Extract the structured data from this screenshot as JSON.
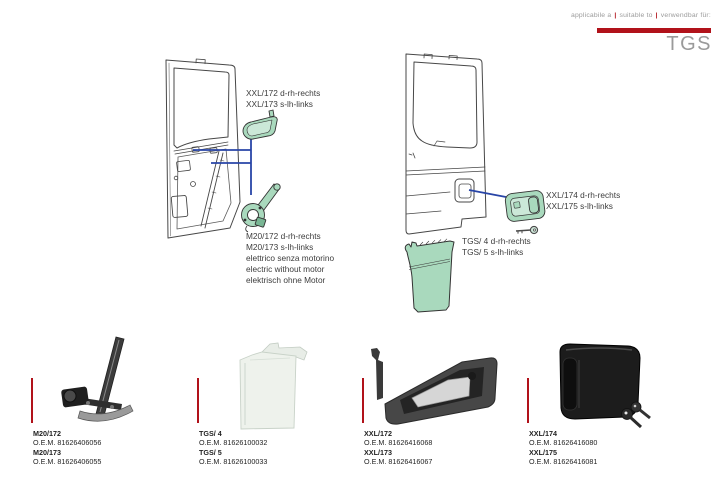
{
  "colors": {
    "accent_red": "#b1121a",
    "part_green": "#a9d9bd",
    "callout_blue": "#2845a7",
    "brand_gray": "#9a9a9a"
  },
  "header": {
    "applicability_segments": [
      "applicabile a",
      "suitable to",
      "verwendbar für:"
    ],
    "separator": "|",
    "model": "TGS"
  },
  "diagram": {
    "left_door": {
      "interior_handle_labels": [
        "XXL/172 d-rh-rechts",
        "XXL/173 s-lh-links"
      ],
      "window_regulator_labels": [
        "M20/172 d-rh-rechts",
        "M20/173 s-lh-links",
        "elettrico senza motorino",
        "electric without motor",
        "elektrisch ohne Motor"
      ]
    },
    "right_door": {
      "exterior_handle_labels": [
        "XXL/174 d-rh-rechts",
        "XXL/175 s-lh-links"
      ],
      "lower_panel_labels": [
        "TGS/ 4 d-rh-rechts",
        "TGS/ 5 s-lh-links"
      ]
    }
  },
  "products": [
    {
      "photo": "window-regulator",
      "rows": [
        {
          "ref": "M20/172",
          "oem": "O.E.M. 81626406056"
        },
        {
          "ref": "M20/173",
          "oem": "O.E.M. 81626406055"
        }
      ]
    },
    {
      "photo": "lower-door-panel",
      "rows": [
        {
          "ref": "TGS/ 4",
          "oem": "O.E.M. 81626100032"
        },
        {
          "ref": "TGS/ 5",
          "oem": "O.E.M. 81626100033"
        }
      ]
    },
    {
      "photo": "interior-door-handle",
      "rows": [
        {
          "ref": "XXL/172",
          "oem": "O.E.M. 81626416068"
        },
        {
          "ref": "XXL/173",
          "oem": "O.E.M. 81626416067"
        }
      ]
    },
    {
      "photo": "exterior-door-handle",
      "rows": [
        {
          "ref": "XXL/174",
          "oem": "O.E.M. 81626416080"
        },
        {
          "ref": "XXL/175",
          "oem": "O.E.M. 81626416081"
        }
      ]
    }
  ]
}
